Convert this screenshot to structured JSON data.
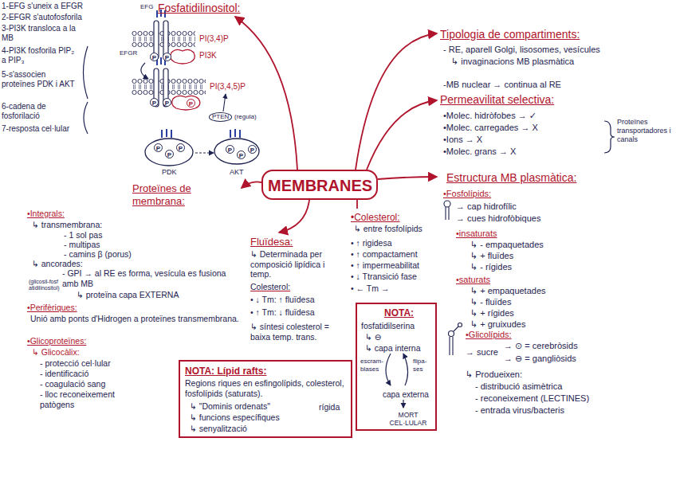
{
  "diagram": {
    "nodes": [
      {
        "text": [
          "Fosfatidilinositol:"
        ]
      },
      {
        "text": [
          "Tipologia de compartiments:",
          "- RE, aparell Golgi, lisosomes, vesícules",
          "↳ invaginacions MB plasmàtica",
          "-MB nuclear → continua al RE"
        ]
      },
      {
        "text": [
          "Permeavilitat selectiva:",
          "•Molec. hidròfobes → ✓",
          "•Molec. carregades → X",
          "•Ions → X",
          "•Molec. grans → X",
          "Proteïnes transportadores i canals"
        ]
      },
      {
        "text": [
          "MEMBRANES"
        ]
      },
      {
        "text": [
          "Proteïnes de membrana:",
          "•Integrals:",
          "↳ transmembrana:",
          "- 1 sol pas",
          "- multipas",
          "- camins β (porus)",
          "↳ ancorades:",
          "- GPI → al RE es forma, vesícula es fusiona amb MB",
          "(glicosil-fosfatidilinositol)",
          "↳ proteïna capa EXTERNA",
          "•Perifèriques:",
          "Unió amb ponts d'Hidrogen a proteïnes transmembrana.",
          "•Glicoproteïnes:",
          "↳ Glicocàlix:",
          "- protecció cel·lular",
          "- identificació",
          "- coagulació sang",
          "- lloc reconeixement patògens"
        ]
      },
      {
        "text": [
          "Estructura MB plasmàtica:",
          "•Fosfolípids:",
          "→ cap hidrofílic",
          "→ cues hidrofòbiques",
          "•insaturats",
          "↳ - empaquetades",
          "↳ + fluïdes",
          "↳ - rígides",
          "•saturats",
          "↳ + empaquetades",
          "↳ - fluïdes",
          "↳ + rígides",
          "↳ + gruixudes",
          "•Glicolípids:",
          "→ sucre",
          "→ ⊙ = cerebròsids",
          "→ ⊖ = gangliòsids",
          "↳ Produeixen:",
          "- distribució asimètrica",
          "- reconeixement (LECTINES)",
          "- entrada virus/bacteris"
        ]
      },
      {
        "text": [
          "•Colesterol:",
          "↳ entre fosfolípids",
          "• ↑ rigidesa",
          "• ↑ compactament",
          "• ↑ impermeabilitat",
          "• ↓ Ttransició fase",
          "• ← Tm →"
        ]
      },
      {
        "text": [
          "Fluïdesa:",
          "↳ Determinada per composició lipídica i temp.",
          "Colesterol:",
          "• ↓ Tm: ↑ fluïdesa",
          "• ↑ Tm: ↓ fluïdesa",
          "↳ síntesi colesterol = baixa temp. trans."
        ]
      },
      {
        "text": [
          "NOTA: Lípid rafts:",
          "Regions riques en esfingolípids, colesterol, fosfolípids (saturats).",
          "↳ \"Dominis ordenats\"",
          "↳ funcions específiques",
          "↳ senyalització",
          "rígida"
        ]
      },
      {
        "text": [
          "NOTA:",
          "fosfatidilserina",
          "↳ ⊖",
          "↳ capa interna",
          "escram- blases",
          "flipa- ses",
          "capa externa",
          "MORT CEL·LULAR"
        ]
      }
    ],
    "edges": [
      {
        "from": 3,
        "to": 0,
        "arrow": "to"
      },
      {
        "from": 3,
        "to": 1,
        "arrow": "to"
      },
      {
        "from": 3,
        "to": 2,
        "arrow": "to"
      },
      {
        "from": 3,
        "to": 4,
        "arrow": "to"
      },
      {
        "from": 3,
        "to": 5,
        "arrow": "to"
      },
      {
        "from": 3,
        "to": 6,
        "arrow": "none"
      },
      {
        "from": 3,
        "to": 7,
        "arrow": "to"
      }
    ],
    "labels": [
      "1-EFG s'uneix a EFGR",
      "2-EFGR s'autofosforila",
      "3-PI3K transloca a la MB",
      "4-PI3K fosforila PIP₂ a PIP₃",
      "5-s'associen proteïnes PDK i AKT",
      "6-cadena de fosforilació",
      "7-resposta cel·lular",
      "EFG",
      "EFGR",
      "PI(3,4)P",
      "PI3K",
      "PI(3,4,5)P",
      "PTEN",
      "(regula)",
      "PDK",
      "AKT",
      "P",
      "P",
      "P",
      "P",
      "P",
      "P",
      "P",
      "P",
      "P",
      "P",
      "P"
    ]
  }
}
